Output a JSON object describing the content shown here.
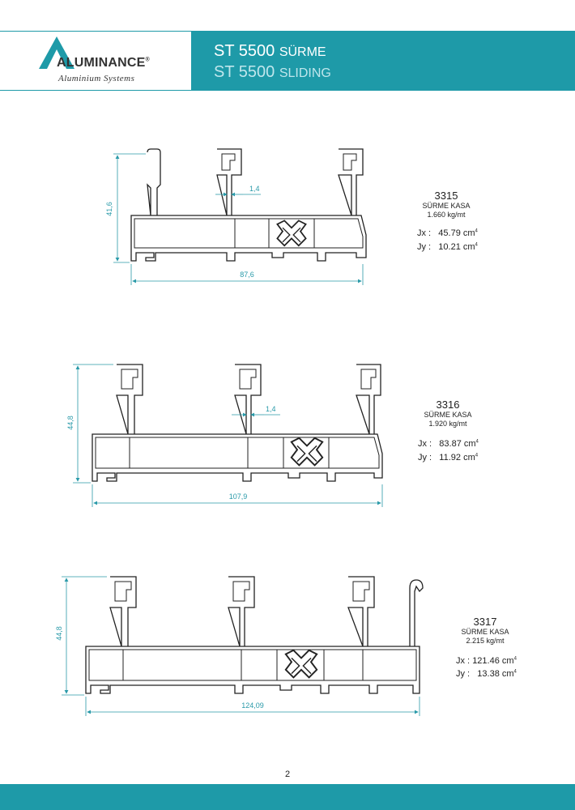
{
  "header": {
    "brand": "ALUMINANCE",
    "brand_mark": "®",
    "tagline": "Aluminium Systems",
    "title_tr_main": "ST 5500",
    "title_tr_sub": "SÜRME",
    "title_en_main": "ST 5500",
    "title_en_sub": "SLIDING"
  },
  "profiles": [
    {
      "code": "3315",
      "kind": "SÜRME KASA",
      "weight": "1.660 kg/mt",
      "jx_label": "Jx :",
      "jx": "45.79 cm",
      "jy_label": "Jy :",
      "jy": "10.21 cm",
      "exp": "4",
      "height": "41,6",
      "width": "87,6",
      "wall": "1,4"
    },
    {
      "code": "3316",
      "kind": "SÜRME KASA",
      "weight": "1.920 kg/mt",
      "jx_label": "Jx :",
      "jx": "83.87 cm",
      "jy_label": "Jy :",
      "jy": "11.92 cm",
      "exp": "4",
      "height": "44,8",
      "width": "107,9",
      "wall": "1,4"
    },
    {
      "code": "3317",
      "kind": "SÜRME KASA",
      "weight": "2.215 kg/mt",
      "jx_label": "Jx :",
      "jx": "121.46 cm",
      "jy_label": "Jy :",
      "jy": "13.38 cm",
      "exp": "4",
      "height": "44,8",
      "width": "124,09"
    }
  ],
  "page_number": "2",
  "colors": {
    "accent": "#1e9aa8",
    "accent_light": "#bfe6ec",
    "dimension": "#2a9aa9",
    "profile_stroke": "#222222"
  }
}
